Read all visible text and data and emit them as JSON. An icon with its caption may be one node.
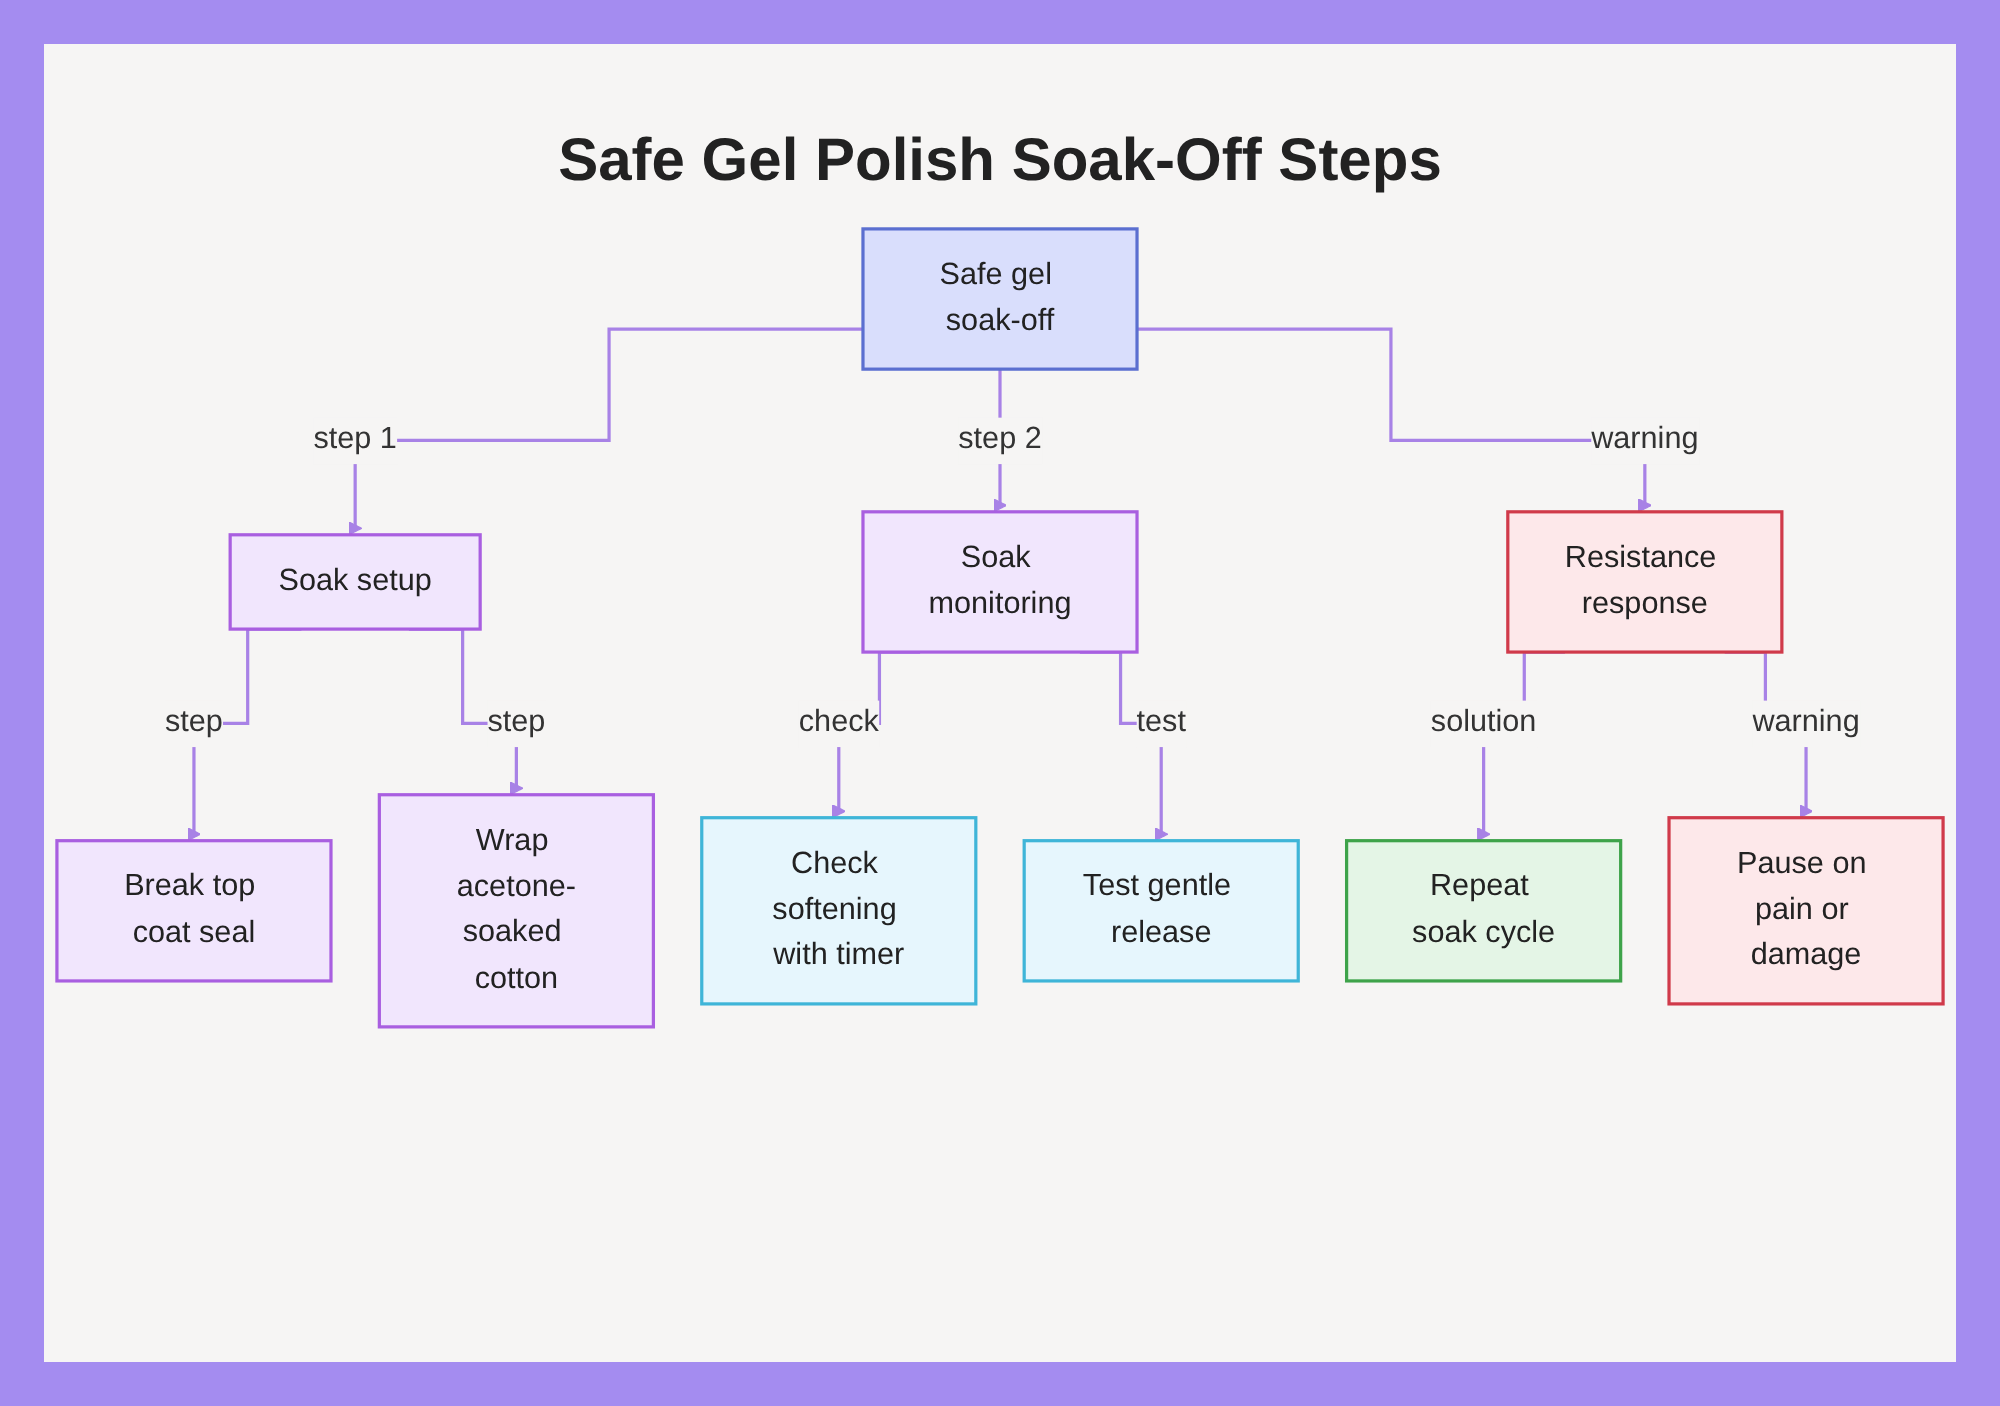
{
  "diagram": {
    "title": "Safe Gel Polish Soak-Off Steps",
    "nodes": [
      {
        "text": [
          "Safe gel soak-off"
        ]
      },
      {
        "text": [
          "Soak setup"
        ]
      },
      {
        "text": [
          "Soak monitoring"
        ]
      },
      {
        "text": [
          "Resistance response"
        ]
      },
      {
        "text": [
          "Break top coat seal"
        ]
      },
      {
        "text": [
          "Wrap acetone-soaked cotton"
        ]
      },
      {
        "text": [
          "Check softening with timer"
        ]
      },
      {
        "text": [
          "Test gentle release"
        ]
      },
      {
        "text": [
          "Repeat soak cycle"
        ]
      },
      {
        "text": [
          "Pause on pain or damage"
        ]
      }
    ],
    "edges": [
      {
        "from": 0,
        "to": 1,
        "arrow": "to",
        "label": "step 1"
      },
      {
        "from": 0,
        "to": 2,
        "arrow": "to",
        "label": "step 2"
      },
      {
        "from": 0,
        "to": 3,
        "arrow": "to",
        "label": "warning"
      },
      {
        "from": 1,
        "to": 4,
        "arrow": "to",
        "label": "step"
      },
      {
        "from": 1,
        "to": 5,
        "arrow": "to",
        "label": "step"
      },
      {
        "from": 2,
        "to": 6,
        "arrow": "to",
        "label": "check"
      },
      {
        "from": 2,
        "to": 7,
        "arrow": "to",
        "label": "test"
      },
      {
        "from": 3,
        "to": 8,
        "arrow": "to",
        "label": "solution"
      },
      {
        "from": 3,
        "to": 9,
        "arrow": "to",
        "label": "warning"
      }
    ]
  }
}
